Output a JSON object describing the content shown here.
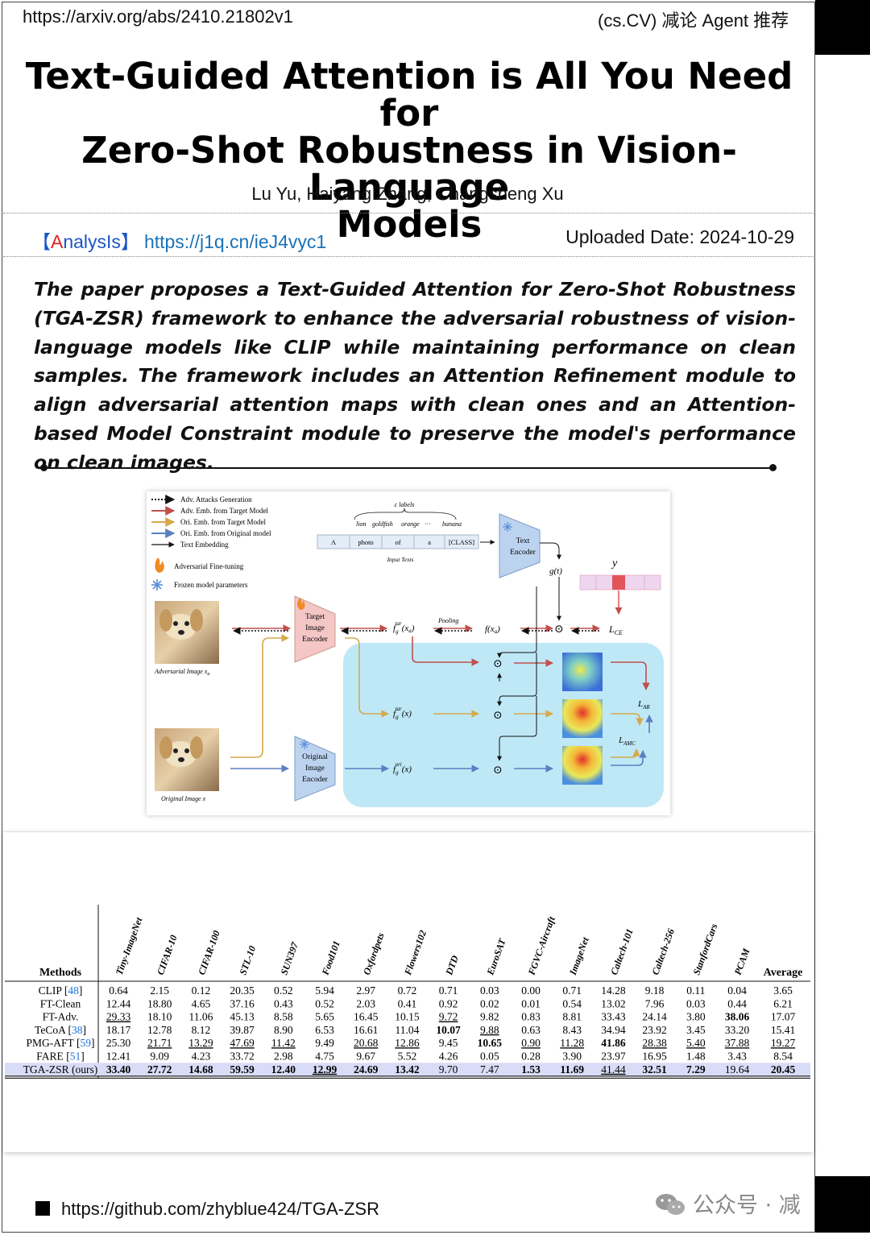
{
  "header": {
    "url": "https://arxiv.org/abs/2410.21802v1",
    "tag": "(cs.CV) 减论 Agent 推荐"
  },
  "paper": {
    "title_lines": [
      "Text-Guided Attention is All You Need for",
      "Zero-Shot Robustness in Vision-Language",
      "Models"
    ],
    "authors": "Lu Yu, Haiyang Zhang, Changsheng Xu"
  },
  "analysis": {
    "bracket_open": "【",
    "a_letter": "A",
    "rest": "nalysIs",
    "bracket_close": "】",
    "link": "https://j1q.cn/ieJ4vyc1",
    "uploaded": "Uploaded Date: 2024-10-29"
  },
  "summary": "The paper proposes a Text-Guided Attention for Zero-Shot Robustness (TGA-ZSR) framework to enhance the adversarial robustness of vision-language models like CLIP while maintaining performance on clean samples. The framework includes an Attention Refinement module to align adversarial attention maps with clean ones and an Attention-based Model Constraint module to preserve the model's performance on clean images.",
  "figure": {
    "legend": [
      {
        "label": "Adv. Attacks Generation",
        "color": "#111111",
        "dash": true
      },
      {
        "label": "Adv. Emb. from Target Model",
        "color": "#c0504d",
        "dash": false
      },
      {
        "label": "Ori. Emb. from Target Model",
        "color": "#d6a94a",
        "dash": false
      },
      {
        "label": "Ori. Emb. from Original model",
        "color": "#5b7fbf",
        "dash": false
      },
      {
        "label": "Text Embedding",
        "color": "#111111",
        "dash": false
      }
    ],
    "fire_label": "Adversarial Fine-tuning",
    "frozen_label": "Frozen  model parameters",
    "c_labels": "c labels",
    "class_words": [
      "lion",
      "goldfish",
      "orange",
      "···",
      "banana"
    ],
    "input_tokens": [
      "A",
      "photo",
      "of",
      "a",
      "[CLASS]"
    ],
    "input_texts": "Input Texts",
    "text_encoder": [
      "Text",
      "Encoder"
    ],
    "g_t": "g(t)",
    "y": "y",
    "target_encoder": [
      "Target",
      "Image",
      "Encoder"
    ],
    "original_encoder": [
      "Original",
      "Image",
      "Encoder"
    ],
    "adv_caption": "Adversarial Image x",
    "adv_sub": "a",
    "ori_caption": "Original Image x",
    "pooling": "Pooling",
    "f_xa": "f(x",
    "f_xa_sub": "a",
    "f_xa_end": ")",
    "l_ce": "L",
    "l_ce_sub": "CE",
    "l_ar": "L",
    "l_ar_sub": "AR",
    "l_amc": "L",
    "l_amc_sub": "AMC",
    "fg_tar_xa": "f",
    "fg_sub": "g",
    "fg_sup_tar": "tar",
    "fg_sup_ori": "ori",
    "arg_xa": "(x",
    "arg_xa_sub": "a",
    "arg_close": ")",
    "arg_x": "(x)",
    "odot": "⊙"
  },
  "table": {
    "methods_header": "Methods",
    "columns": [
      "Tiny-ImageNet",
      "CIFAR-10",
      "CIFAR-100",
      "STL-10",
      "SUN397",
      "Food101",
      "Oxfordpets",
      "Flowers102",
      "DTD",
      "EuroSAT",
      "FGVC-Aircraft",
      "ImageNet",
      "Caltech-101",
      "Caltech-256",
      "StanfordCars",
      "PCAM"
    ],
    "average_header": "Average",
    "rows": [
      {
        "method": "CLIP",
        "ref": "48",
        "values": [
          "0.64",
          "2.15",
          "0.12",
          "20.35",
          "0.52",
          "5.94",
          "2.97",
          "0.72",
          "0.71",
          "0.03",
          "0.00",
          "0.71",
          "14.28",
          "9.18",
          "0.11",
          "0.04"
        ],
        "average": "3.65",
        "bold": [],
        "underline": []
      },
      {
        "method": "FT-Clean",
        "ref": "",
        "values": [
          "12.44",
          "18.80",
          "4.65",
          "37.16",
          "0.43",
          "0.52",
          "2.03",
          "0.41",
          "0.92",
          "0.02",
          "0.01",
          "0.54",
          "13.02",
          "7.96",
          "0.03",
          "0.44"
        ],
        "average": "6.21",
        "bold": [],
        "underline": []
      },
      {
        "method": "FT-Adv.",
        "ref": "",
        "values": [
          "29.33",
          "18.10",
          "11.06",
          "45.13",
          "8.58",
          "5.65",
          "16.45",
          "10.15",
          "9.72",
          "9.82",
          "0.83",
          "8.81",
          "33.43",
          "24.14",
          "3.80",
          "38.06"
        ],
        "average": "17.07",
        "bold": [
          15
        ],
        "underline": [
          0,
          8
        ]
      },
      {
        "method": "TeCoA",
        "ref": "38",
        "values": [
          "18.17",
          "12.78",
          "8.12",
          "39.87",
          "8.90",
          "6.53",
          "16.61",
          "11.04",
          "10.07",
          "9.88",
          "0.63",
          "8.43",
          "34.94",
          "23.92",
          "3.45",
          "33.20"
        ],
        "average": "15.41",
        "bold": [
          8
        ],
        "underline": [
          9
        ]
      },
      {
        "method": "PMG-AFT",
        "ref": "59",
        "values": [
          "25.30",
          "21.71",
          "13.29",
          "47.69",
          "11.42",
          "9.49",
          "20.68",
          "12.86",
          "9.45",
          "10.65",
          "0.90",
          "11.28",
          "41.86",
          "28.38",
          "5.40",
          "37.88"
        ],
        "average": "19.27",
        "bold": [
          9,
          12
        ],
        "underline": [
          1,
          2,
          3,
          4,
          6,
          7,
          10,
          11,
          13,
          14,
          15,
          16
        ]
      },
      {
        "method": "FARE",
        "ref": "51",
        "values": [
          "12.41",
          "9.09",
          "4.23",
          "33.72",
          "2.98",
          "4.75",
          "9.67",
          "5.52",
          "4.26",
          "0.05",
          "0.28",
          "3.90",
          "23.97",
          "16.95",
          "1.48",
          "3.43"
        ],
        "average": "8.54",
        "bold": [],
        "underline": []
      },
      {
        "method": "TGA-ZSR (ours)",
        "ref": "",
        "values": [
          "33.40",
          "27.72",
          "14.68",
          "59.59",
          "12.40",
          "12.99",
          "24.69",
          "13.42",
          "9.70",
          "7.47",
          "1.53",
          "11.69",
          "41.44",
          "32.51",
          "7.29",
          "19.64"
        ],
        "average": "20.45",
        "bold": [
          0,
          1,
          2,
          3,
          4,
          5,
          6,
          7,
          10,
          11,
          13,
          14,
          16
        ],
        "underline": [
          5,
          12
        ],
        "highlight": true
      }
    ]
  },
  "footer": {
    "github": "https://github.com/zhyblue424/TGA-ZSR",
    "wechat": "公众号 · 减"
  },
  "colors": {
    "adv_red": "#c0504d",
    "ori_yellow": "#d6a94a",
    "ori_blue": "#5b7fbf",
    "region_blue": "#bfe8f7",
    "encoder_blue": "#bcd3f0",
    "encoder_red": "#f4c6c6",
    "highlight_row": "#d9dcf7",
    "link_blue": "#1a72b8"
  }
}
